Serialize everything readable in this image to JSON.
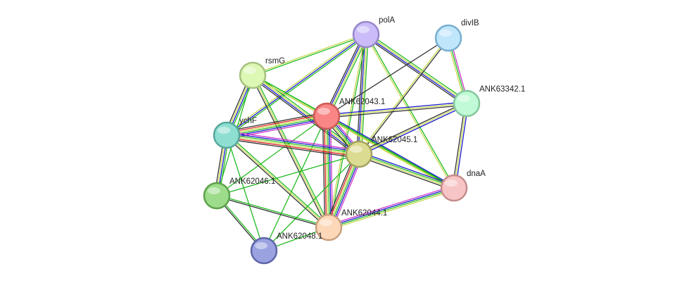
{
  "network": {
    "nodes": [
      {
        "id": "polA",
        "label": "polA",
        "fill": "#cbbcf9",
        "stroke": "#9887c9"
      },
      {
        "id": "divIB",
        "label": "divIB",
        "fill": "#bfe6fb",
        "stroke": "#78aed0"
      },
      {
        "id": "rsmG",
        "label": "rsmG",
        "fill": "#ddf7b4",
        "stroke": "#a6c27e"
      },
      {
        "id": "ANK62043.1",
        "label": "ANK62043.1",
        "fill": "#f98684",
        "stroke": "#c85a58"
      },
      {
        "id": "ANK63342.1",
        "label": "ANK63342.1",
        "fill": "#c1fad6",
        "stroke": "#84c79c"
      },
      {
        "id": "ychF",
        "label": "ychF",
        "fill": "#8fded2",
        "stroke": "#56a89c"
      },
      {
        "id": "ANK62045.1",
        "label": "ANK62045.1",
        "fill": "#dcdb92",
        "stroke": "#a4a35e"
      },
      {
        "id": "dnaA",
        "label": "dnaA",
        "fill": "#f7c5c5",
        "stroke": "#c58c8c"
      },
      {
        "id": "ANK62046.1",
        "label": "ANK62046.1",
        "fill": "#9cdc8a",
        "stroke": "#5ea24c"
      },
      {
        "id": "ANK62044.1",
        "label": "ANK62044.1",
        "fill": "#fdd8b8",
        "stroke": "#c9a07e"
      },
      {
        "id": "ANK62048.1",
        "label": "ANK62048.1",
        "fill": "#9aa2e0",
        "stroke": "#5e66a8"
      }
    ],
    "edges": [
      {
        "source": "polA",
        "target": "rsmG",
        "colors": [
          "#22bb22",
          "#c8d850"
        ]
      },
      {
        "source": "polA",
        "target": "ANK62043.1",
        "colors": [
          "#22bb22",
          "#c8d850",
          "#1a1acc",
          "#333333"
        ]
      },
      {
        "source": "polA",
        "target": "ychF",
        "colors": [
          "#22bb22",
          "#1a1acc",
          "#c8d850"
        ]
      },
      {
        "source": "polA",
        "target": "ANK62045.1",
        "colors": [
          "#22bb22",
          "#c8d850",
          "#1a1acc",
          "#333333"
        ]
      },
      {
        "source": "polA",
        "target": "ANK63342.1",
        "colors": [
          "#22bb22",
          "#c8d850",
          "#1a1acc",
          "#333333"
        ]
      },
      {
        "source": "polA",
        "target": "dnaA",
        "colors": [
          "#22bb22",
          "#c8d850"
        ]
      },
      {
        "source": "polA",
        "target": "ANK62044.1",
        "colors": [
          "#22bb22",
          "#c8d850"
        ]
      },
      {
        "source": "divIB",
        "target": "ANK63342.1",
        "colors": [
          "#cc33cc",
          "#22bb22",
          "#c8d850"
        ]
      },
      {
        "source": "divIB",
        "target": "ANK62043.1",
        "colors": [
          "#333333"
        ]
      },
      {
        "source": "divIB",
        "target": "ANK62045.1",
        "colors": [
          "#333333",
          "#c8d850"
        ]
      },
      {
        "source": "rsmG",
        "target": "ANK62043.1",
        "colors": [
          "#22bb22",
          "#c8d850"
        ]
      },
      {
        "source": "rsmG",
        "target": "ychF",
        "colors": [
          "#22bb22",
          "#1a1acc",
          "#c8d850",
          "#333333"
        ]
      },
      {
        "source": "rsmG",
        "target": "ANK62045.1",
        "colors": [
          "#22bb22",
          "#c8d850",
          "#1a1acc",
          "#333333"
        ]
      },
      {
        "source": "rsmG",
        "target": "ANK62044.1",
        "colors": [
          "#22bb22",
          "#c8d850",
          "#333333"
        ]
      },
      {
        "source": "rsmG",
        "target": "ANK62046.1",
        "colors": [
          "#22bb22"
        ]
      },
      {
        "source": "rsmG",
        "target": "dnaA",
        "colors": [
          "#22bb22",
          "#c8d850"
        ]
      },
      {
        "source": "ANK62043.1",
        "target": "ychF",
        "colors": [
          "#cc33cc",
          "#1a1acc",
          "#22bb22",
          "#c8d850",
          "#dd2222",
          "#333333"
        ]
      },
      {
        "source": "ANK62043.1",
        "target": "ANK62045.1",
        "colors": [
          "#cc33cc",
          "#1a1acc",
          "#22bb22",
          "#c8d850",
          "#333333"
        ]
      },
      {
        "source": "ANK62043.1",
        "target": "ANK62044.1",
        "colors": [
          "#cc33cc",
          "#1a1acc",
          "#22bb22",
          "#c8d850",
          "#dd2222",
          "#333333"
        ]
      },
      {
        "source": "ANK62043.1",
        "target": "ANK63342.1",
        "colors": [
          "#1a1acc",
          "#c8d850",
          "#333333"
        ]
      },
      {
        "source": "ANK62043.1",
        "target": "dnaA",
        "colors": [
          "#1a1acc",
          "#22bb22",
          "#c8d850"
        ]
      },
      {
        "source": "ANK62043.1",
        "target": "ANK62046.1",
        "colors": [
          "#22bb22"
        ]
      },
      {
        "source": "ANK62043.1",
        "target": "ANK62048.1",
        "colors": [
          "#22bb22"
        ]
      },
      {
        "source": "ANK63342.1",
        "target": "ANK62045.1",
        "colors": [
          "#1a1acc",
          "#c8d850",
          "#333333"
        ]
      },
      {
        "source": "ANK63342.1",
        "target": "dnaA",
        "colors": [
          "#1a1acc",
          "#c8d850",
          "#333333"
        ]
      },
      {
        "source": "ychF",
        "target": "ANK62045.1",
        "colors": [
          "#cc33cc",
          "#1a1acc",
          "#22bb22",
          "#c8d850",
          "#dd2222",
          "#333333"
        ]
      },
      {
        "source": "ychF",
        "target": "ANK62046.1",
        "colors": [
          "#22bb22",
          "#1a1acc",
          "#c8d850",
          "#333333"
        ]
      },
      {
        "source": "ychF",
        "target": "ANK62044.1",
        "colors": [
          "#22bb22",
          "#c8d850",
          "#333333"
        ]
      },
      {
        "source": "ychF",
        "target": "ANK62048.1",
        "colors": [
          "#22bb22"
        ]
      },
      {
        "source": "ANK62045.1",
        "target": "ANK62044.1",
        "colors": [
          "#cc33cc",
          "#1a1acc",
          "#22bb22",
          "#c8d850",
          "#dd2222",
          "#333333"
        ]
      },
      {
        "source": "ANK62045.1",
        "target": "dnaA",
        "colors": [
          "#1a1acc",
          "#22bb22",
          "#c8d850",
          "#333333"
        ]
      },
      {
        "source": "ANK62045.1",
        "target": "ANK62046.1",
        "colors": [
          "#22bb22"
        ]
      },
      {
        "source": "ANK62045.1",
        "target": "ANK62048.1",
        "colors": [
          "#22bb22"
        ]
      },
      {
        "source": "ANK62046.1",
        "target": "ANK62044.1",
        "colors": [
          "#22bb22",
          "#333333"
        ]
      },
      {
        "source": "ANK62046.1",
        "target": "ANK62048.1",
        "colors": [
          "#22bb22",
          "#333333"
        ]
      },
      {
        "source": "ANK62044.1",
        "target": "dnaA",
        "colors": [
          "#cc33cc",
          "#1a1acc",
          "#22bb22",
          "#c8d850"
        ]
      },
      {
        "source": "ANK62044.1",
        "target": "ANK62048.1",
        "colors": [
          "#22bb22"
        ]
      }
    ]
  }
}
